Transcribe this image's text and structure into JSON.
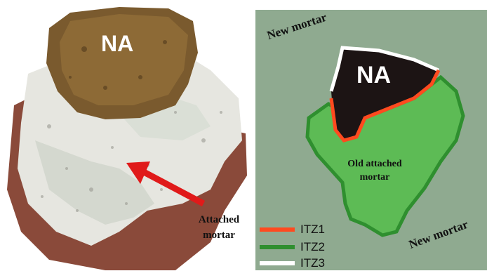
{
  "photo": {
    "na_label": "NA",
    "attached_label_line1": "Attached",
    "attached_label_line2": "mortar"
  },
  "diagram": {
    "na_label": "NA",
    "new_mortar_top": "New mortar",
    "new_mortar_bottom": "New mortar",
    "old_mortar_line1": "Old attached",
    "old_mortar_line2": "mortar"
  },
  "legend": [
    {
      "label": "ITZ1",
      "color": "#ff4a1f"
    },
    {
      "label": "ITZ2",
      "color": "#2f8f2f"
    },
    {
      "label": "ITZ3",
      "color": "#ffffff"
    }
  ],
  "colors": {
    "background_diagram": "#8faa90",
    "old_mortar": "#5dbb55",
    "aggregate": "#1c1414",
    "arrow": "#e01a1a"
  }
}
